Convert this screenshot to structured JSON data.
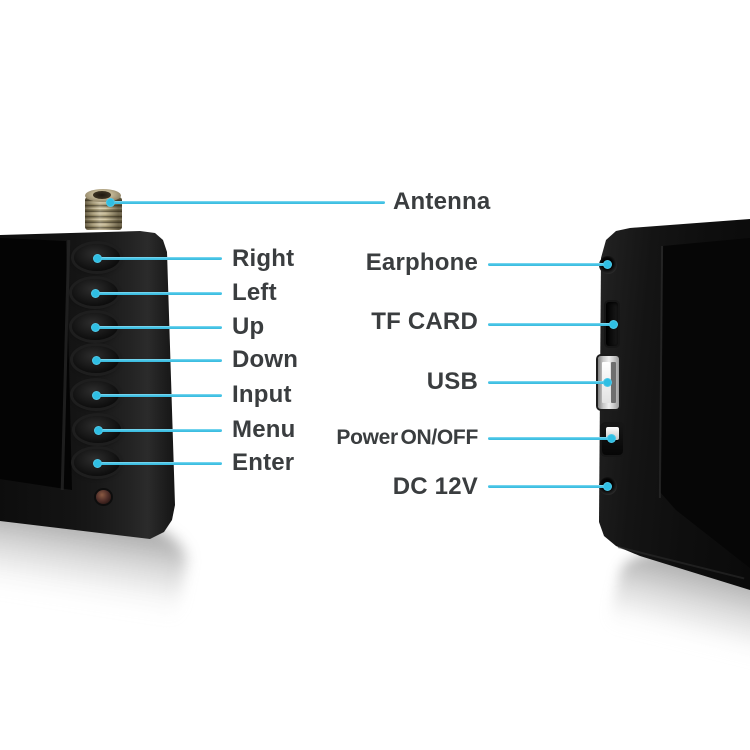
{
  "callouts": {
    "antenna_label": "Antenna",
    "button_labels": [
      "Right",
      "Left",
      "Up",
      "Down",
      "Input",
      "Menu",
      "Enter"
    ],
    "port_labels": [
      "Earphone",
      "TF CARD",
      "USB",
      "Power ON/OFF",
      "DC 12V"
    ]
  },
  "colors": {
    "background": "#ffffff",
    "callout_line": "#45c5e7",
    "callout_dot": "#2fbfe4",
    "label_text": "#3a3d3f",
    "device_body": "#141414",
    "device_screen": "#060606",
    "antenna_brass": "#b3a783",
    "usb_metal": "#d9d9d9",
    "led": "#52302a"
  }
}
